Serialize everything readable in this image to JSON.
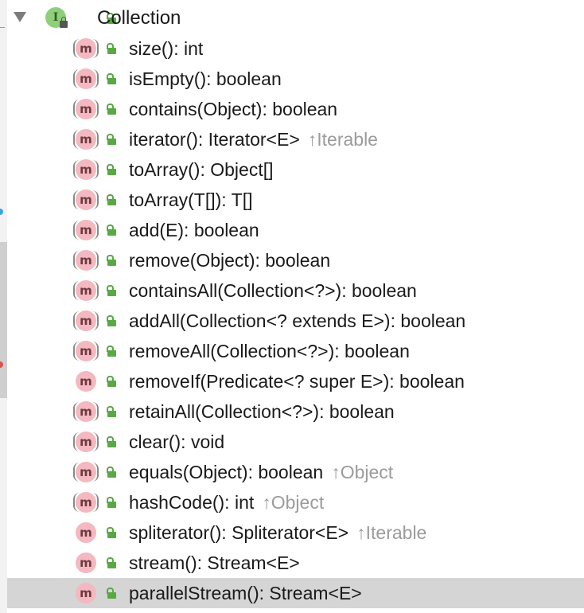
{
  "tree": {
    "root": {
      "label": "Collection",
      "icon": "interface-icon",
      "expanded": true
    },
    "members": [
      {
        "signature": "size(): int",
        "origin": "",
        "inherited": true
      },
      {
        "signature": "isEmpty(): boolean",
        "origin": "",
        "inherited": true
      },
      {
        "signature": "contains(Object): boolean",
        "origin": "",
        "inherited": true
      },
      {
        "signature": "iterator(): Iterator<E>",
        "origin": "↑Iterable",
        "inherited": true
      },
      {
        "signature": "toArray(): Object[]",
        "origin": "",
        "inherited": true
      },
      {
        "signature": "toArray(T[]): T[]",
        "origin": "",
        "inherited": true
      },
      {
        "signature": "add(E): boolean",
        "origin": "",
        "inherited": true
      },
      {
        "signature": "remove(Object): boolean",
        "origin": "",
        "inherited": true
      },
      {
        "signature": "containsAll(Collection<?>): boolean",
        "origin": "",
        "inherited": true
      },
      {
        "signature": "addAll(Collection<? extends E>): boolean",
        "origin": "",
        "inherited": true
      },
      {
        "signature": "removeAll(Collection<?>): boolean",
        "origin": "",
        "inherited": true
      },
      {
        "signature": "removeIf(Predicate<? super E>): boolean",
        "origin": "",
        "inherited": false
      },
      {
        "signature": "retainAll(Collection<?>): boolean",
        "origin": "",
        "inherited": true
      },
      {
        "signature": "clear(): void",
        "origin": "",
        "inherited": true
      },
      {
        "signature": "equals(Object): boolean",
        "origin": "↑Object",
        "inherited": true
      },
      {
        "signature": "hashCode(): int",
        "origin": "↑Object",
        "inherited": true
      },
      {
        "signature": "spliterator(): Spliterator<E>",
        "origin": "↑Iterable",
        "inherited": false
      },
      {
        "signature": "stream(): Stream<E>",
        "origin": "",
        "inherited": false
      },
      {
        "signature": "parallelStream(): Stream<E>",
        "origin": "",
        "inherited": false
      }
    ],
    "selected_index": 18,
    "method_icon_letter": "m",
    "interface_icon_letter": "I"
  },
  "colors": {
    "method_icon": "#f4b8c0",
    "interface_icon": "#8fcf7a",
    "public_access": "#59a845",
    "origin_text": "#9b9b9b",
    "selection": "#d5d5d5"
  }
}
